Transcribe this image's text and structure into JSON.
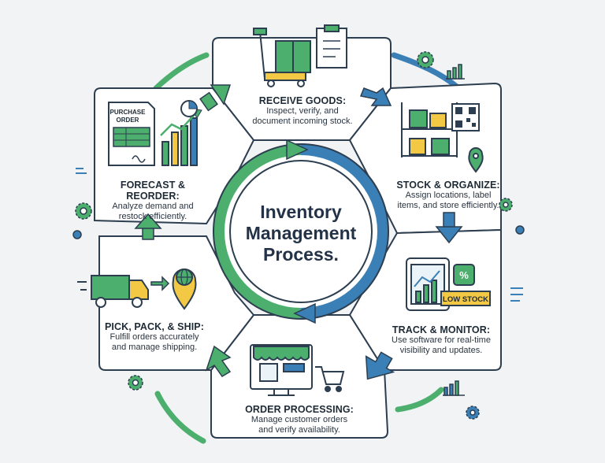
{
  "center": {
    "title_line1": "Inventory",
    "title_line2": "Management",
    "title_line3": "Process."
  },
  "stages": [
    {
      "id": "receive",
      "title": "RECEIVE GOODS:",
      "desc": [
        "Inspect, verify, and",
        "document incoming stock."
      ],
      "icon": "pallet-jack-box-clipboard-icon"
    },
    {
      "id": "stock",
      "title": "STOCK & ORGANIZE:",
      "desc": [
        "Assign locations, label",
        "items, and store efficiently."
      ],
      "icon": "shelves-qr-location-icon"
    },
    {
      "id": "track",
      "title": "TRACK & MONITOR:",
      "desc": [
        "Use software for real-time",
        "visibility and updates."
      ],
      "icon": "tablet-chart-alert-icon",
      "badge": "LOW STOCK"
    },
    {
      "id": "order",
      "title": "ORDER PROCESSING:",
      "desc": [
        "Manage customer orders",
        "and verify availability."
      ],
      "icon": "storefront-monitor-cart-icon"
    },
    {
      "id": "pick",
      "title": "PICK, PACK, & SHIP:",
      "desc": [
        "Fulfill orders accurately",
        "and manage shipping."
      ],
      "icon": "truck-globe-pin-icon"
    },
    {
      "id": "forecast",
      "title": "FORECAST & REORDER:",
      "desc": [
        "Analyze demand and",
        "restock efficiently."
      ],
      "icon": "purchase-order-chart-icon",
      "doc_label": [
        "PURCHASE",
        "ORDER"
      ]
    }
  ],
  "colors": {
    "green": "#4caf6e",
    "blue": "#3a7fb5",
    "outline": "#2c3e50",
    "background": "#f1f3f4",
    "yellow": "#f3c845"
  }
}
